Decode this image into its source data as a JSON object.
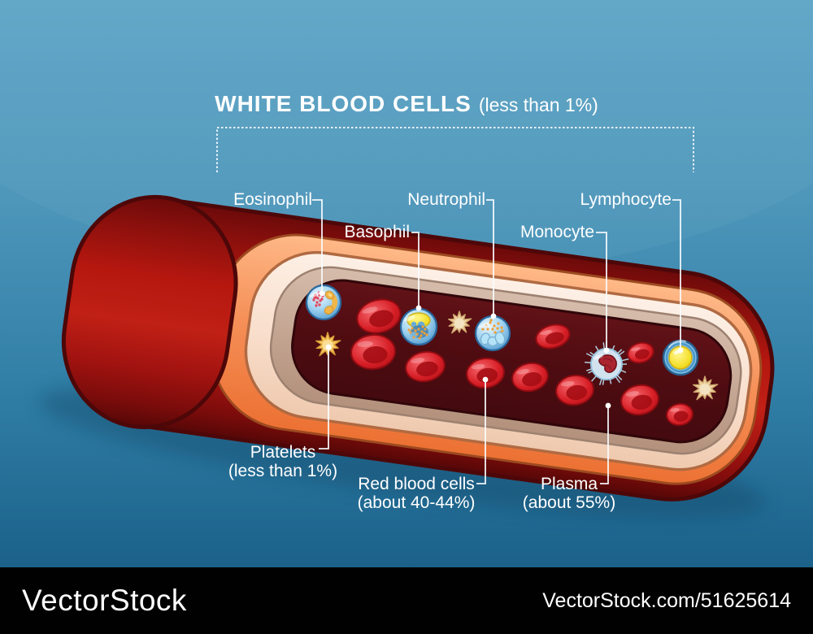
{
  "title": {
    "main": "WHITE BLOOD CELLS",
    "note": "(less than 1%)"
  },
  "wbc_labels": {
    "eosinophil": "Eosinophil",
    "basophil": "Basophil",
    "neutrophil": "Neutrophil",
    "monocyte": "Monocyte",
    "lymphocyte": "Lymphocyte"
  },
  "component_labels": {
    "platelets": {
      "name": "Platelets",
      "amount": "(less than 1%)"
    },
    "red_blood_cells": {
      "name": "Red blood cells",
      "amount": "(about 40-44%)"
    },
    "plasma": {
      "name": "Plasma",
      "amount": "(about 55%)"
    }
  },
  "watermark": {
    "brand": "VectorStock",
    "credit": "VectorStock.com/51625614"
  },
  "palette": {
    "background_top": "#5ba0c4",
    "background_bottom": "#1a5f88",
    "vessel_outer_red": "#b01610",
    "vessel_outline": "#4d0708",
    "layer_orange": "#f58a4e",
    "layer_cream": "#fbe3d3",
    "layer_tan": "#c3a592",
    "lumen_maroon": "#4c0c10",
    "red_blood_cell": "#d71f27",
    "wbc_body_blue": "#8cc6ea",
    "platelet_tan": "#ecd2a0",
    "nucleus_yellow": "#f2df2e",
    "nucleus_orange": "#f1b647",
    "leader_line": "#ffffff",
    "watermark_bar": "#010101"
  }
}
